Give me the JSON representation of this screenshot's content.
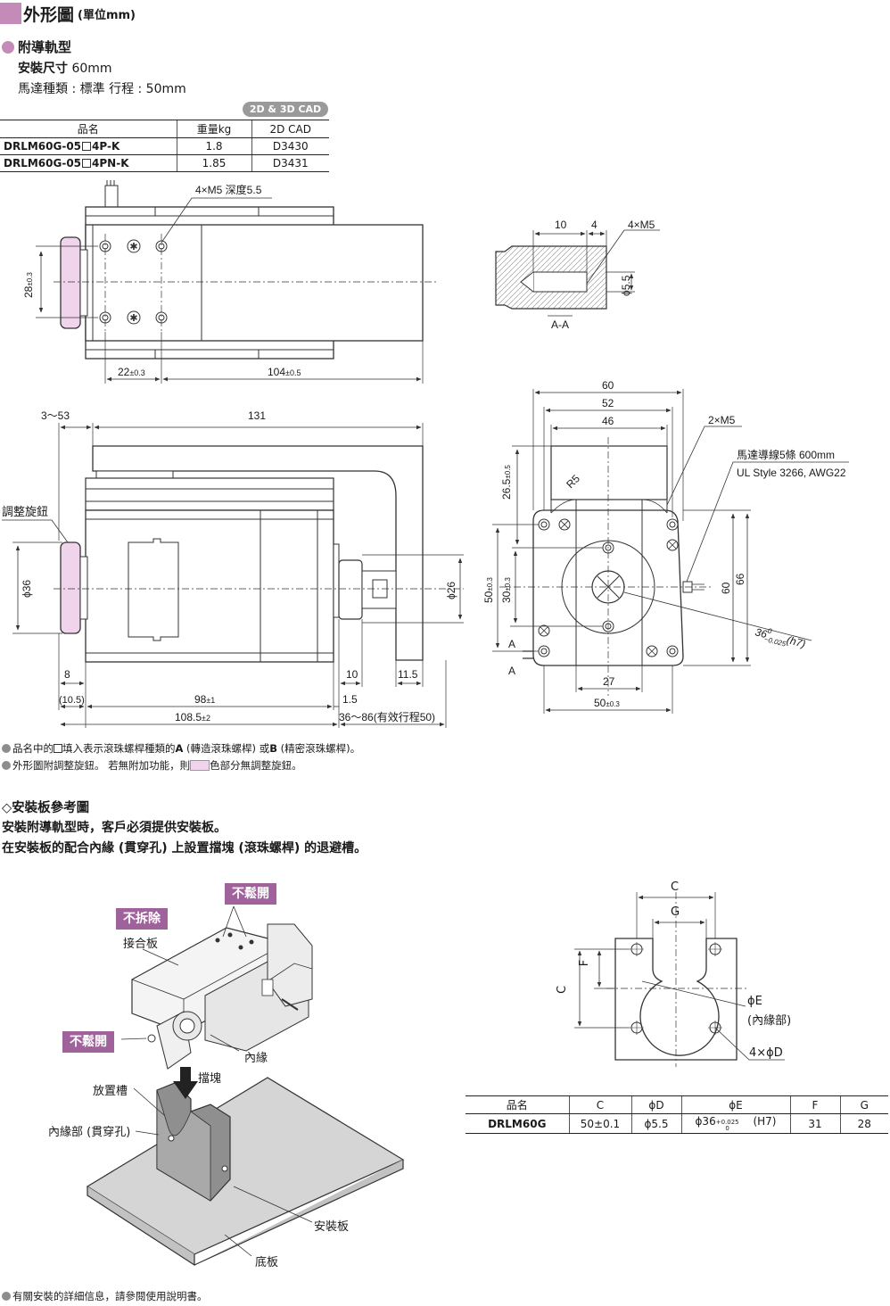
{
  "header": {
    "title": "外形圖",
    "unit": "(單位mm)"
  },
  "product": {
    "name": "附導軌型",
    "mount_label": "安裝尺寸",
    "mount_value": "60mm",
    "motor_line": "馬達種類 : 標準 行程 : 50mm",
    "cad_badge": "2D & 3D CAD"
  },
  "spec_table": {
    "headers": [
      "品名",
      "重量kg",
      "2D CAD"
    ],
    "rows": [
      {
        "pn_a": "DRLM60G-05",
        "pn_b": "4P-K",
        "weight": "1.8",
        "cad": "D3430"
      },
      {
        "pn_a": "DRLM60G-05",
        "pn_b": "4PN-K",
        "weight": "1.85",
        "cad": "D3431"
      }
    ]
  },
  "top_view": {
    "hole_label": "4×M5 深度5.5",
    "dim_28": "28",
    "tol_28": "±0.3",
    "dim_22": "22",
    "tol_22": "±0.3",
    "dim_104": "104",
    "tol_104": "±0.5"
  },
  "section_aa": {
    "dim_10": "10",
    "dim_4": "4",
    "thread": "4×M5",
    "dia": "ϕ5.5",
    "label": "A-A"
  },
  "side_view": {
    "dim_3_53": "3～53",
    "dim_131": "131",
    "knob_label": "調整旋鈕",
    "dia_36": "ϕ36",
    "dia_26": "ϕ26",
    "dim_8": "8",
    "dim_10": "10",
    "dim_11_5": "11.5",
    "dim_10_5": "(10.5)",
    "dim_98": "98",
    "tol_98": "±1",
    "dim_1_5": "1.5",
    "dim_108_5": "108.5",
    "tol_108_5": "±2",
    "dim_36_86": "36～86(有效行程50)"
  },
  "front_view": {
    "dim_60": "60",
    "dim_52": "52",
    "dim_46": "46",
    "m5": "2×M5",
    "lead_1": "馬達導線5條 600mm",
    "lead_2": "UL Style 3266, AWG22",
    "dim_26_5": "26.5",
    "tol_26_5": "±0.5",
    "r5": "R5",
    "dim_50": "50",
    "tol_50": "±0.3",
    "dim_30": "30",
    "tol_30": "±0.3",
    "dim_60v": "60",
    "dim_66": "66",
    "shaft": "36",
    "shaft_tol_hi": "0",
    "shaft_tol_lo": "−0.025",
    "shaft_fit": "(h7)",
    "section_a": "A",
    "dim_27": "27",
    "dim_50b": "50",
    "tol_50b": "±0.3"
  },
  "notes": {
    "n1_a": "品名中的",
    "n1_b": "填入表示滾珠螺桿種類的",
    "n1_c": "A",
    "n1_d": " (轉造滾珠螺桿) 或",
    "n1_e": "B",
    "n1_f": " (精密滾珠螺桿)。",
    "n2_a": "外形圖附調整旋鈕。 若無附加功能，則",
    "n2_b": "色部分無調整旋鈕。"
  },
  "mounting": {
    "title": "◇安裝板參考圖",
    "p1": "安裝附導軌型時，客戶必須提供安裝板。",
    "p2": "在安裝板的配合內緣 (貫穿孔) 上設置擋塊 (滾珠螺桿) 的退避槽。",
    "tag_no_loosen_1": "不鬆開",
    "tag_no_remove": "不拆除",
    "tag_no_loosen_2": "不鬆開",
    "joint_plate": "接合板",
    "inner_edge": "內緣",
    "stopper": "擋塊",
    "slot": "放置槽",
    "inner_through": "內緣部 (貫穿孔)",
    "mount_plate": "安裝板",
    "base_plate": "底板",
    "footer": "有關安裝的詳細信息，請參閱使用說明書。"
  },
  "plate_drawing": {
    "C_top": "C",
    "G": "G",
    "F": "F",
    "C_left": "C",
    "phiE": "ϕE",
    "inner": "(內緣部)",
    "holes": "4×ϕD"
  },
  "plate_table": {
    "headers": [
      "品名",
      "C",
      "ϕD",
      "ϕE",
      "F",
      "G"
    ],
    "row": {
      "pn": "DRLM60G",
      "C": "50±0.1",
      "D": "ϕ5.5",
      "E": "ϕ36",
      "E_tol_hi": "+0.025",
      "E_tol_lo": "0",
      "E_fit": "(H7)",
      "F": "31",
      "G": "28"
    }
  }
}
